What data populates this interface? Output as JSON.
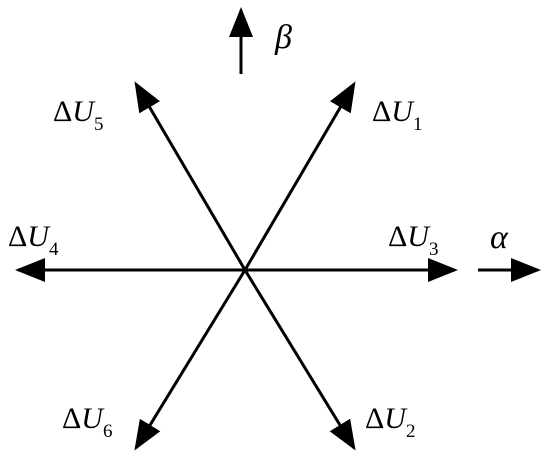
{
  "diagram": {
    "vectors": [
      {
        "id": "du1",
        "delta": "Δ",
        "var": "U",
        "sub": "1"
      },
      {
        "id": "du2",
        "delta": "Δ",
        "var": "U",
        "sub": "2"
      },
      {
        "id": "du3",
        "delta": "Δ",
        "var": "U",
        "sub": "3"
      },
      {
        "id": "du4",
        "delta": "Δ",
        "var": "U",
        "sub": "4"
      },
      {
        "id": "du5",
        "delta": "Δ",
        "var": "U",
        "sub": "5"
      },
      {
        "id": "du6",
        "delta": "Δ",
        "var": "U",
        "sub": "6"
      }
    ],
    "axes": {
      "alpha": "α",
      "beta": "β"
    },
    "colors": {
      "stroke": "#000000",
      "background": "#ffffff"
    }
  }
}
